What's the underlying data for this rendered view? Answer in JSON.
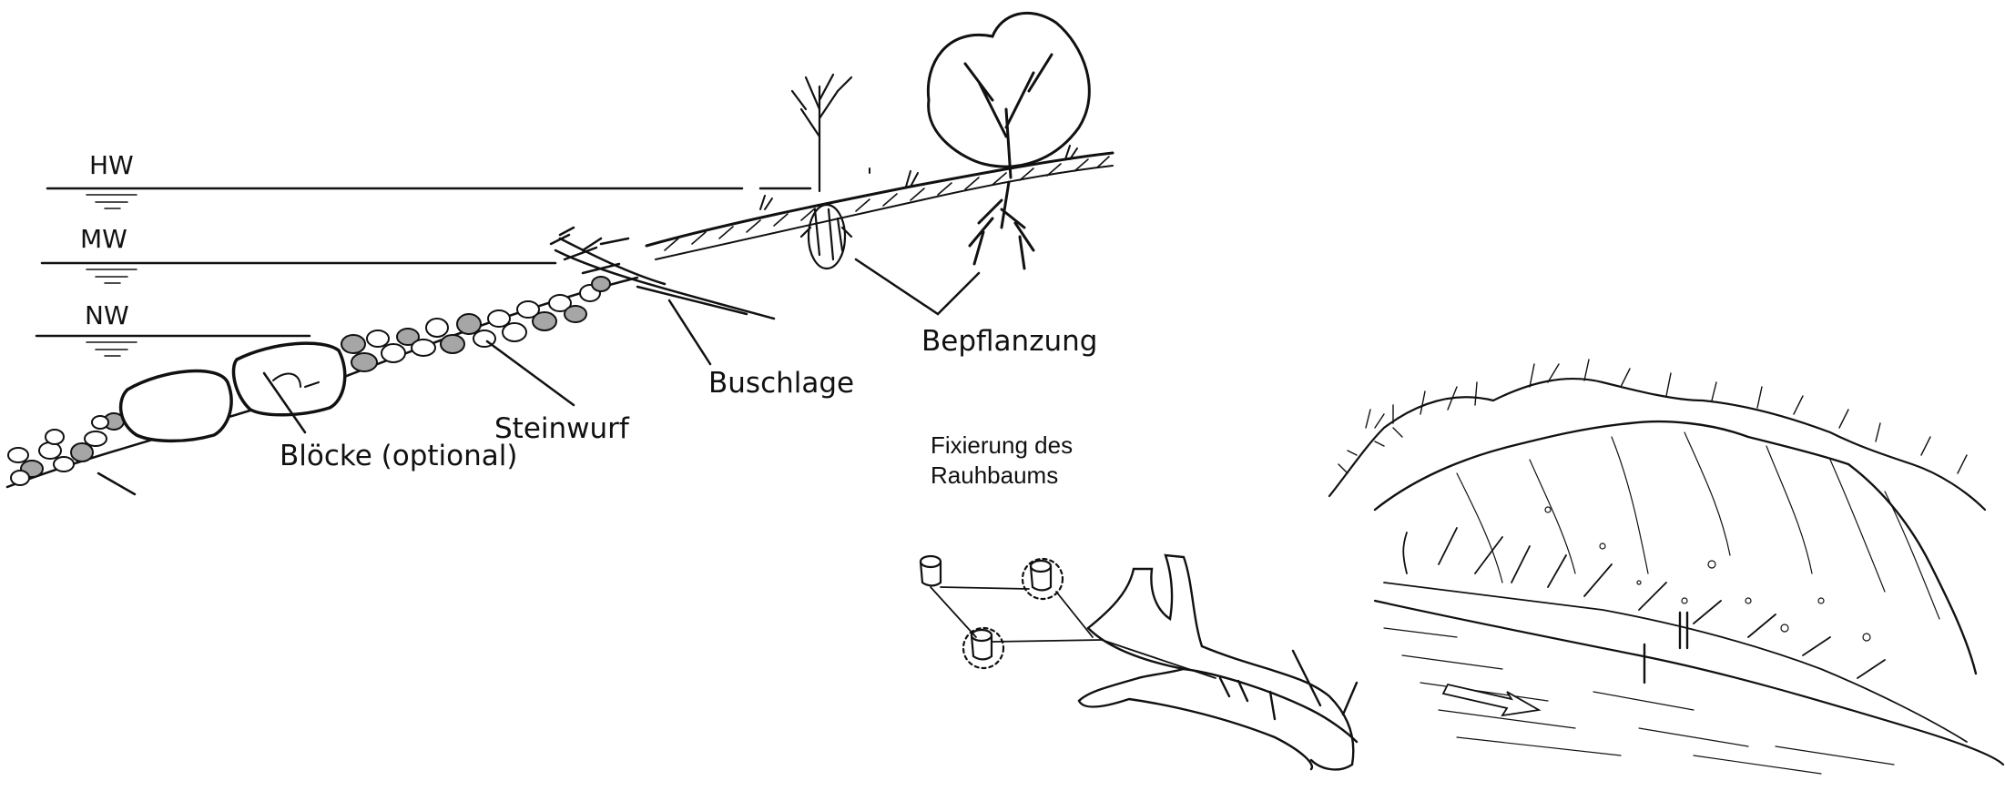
{
  "water_levels": {
    "hw": "HW",
    "mw": "MW",
    "nw": "NW"
  },
  "labels": {
    "bepflanzung": "Bepflanzung",
    "buschlage": "Buschlage",
    "steinwurf": "Steinwurf",
    "bloecke": "Blöcke (optional)",
    "fixierung": "Fixierung des Rauhbaums"
  },
  "colors": {
    "ink": "#111111",
    "stone_fill": "#a6a6a6",
    "background": "#ffffff"
  }
}
